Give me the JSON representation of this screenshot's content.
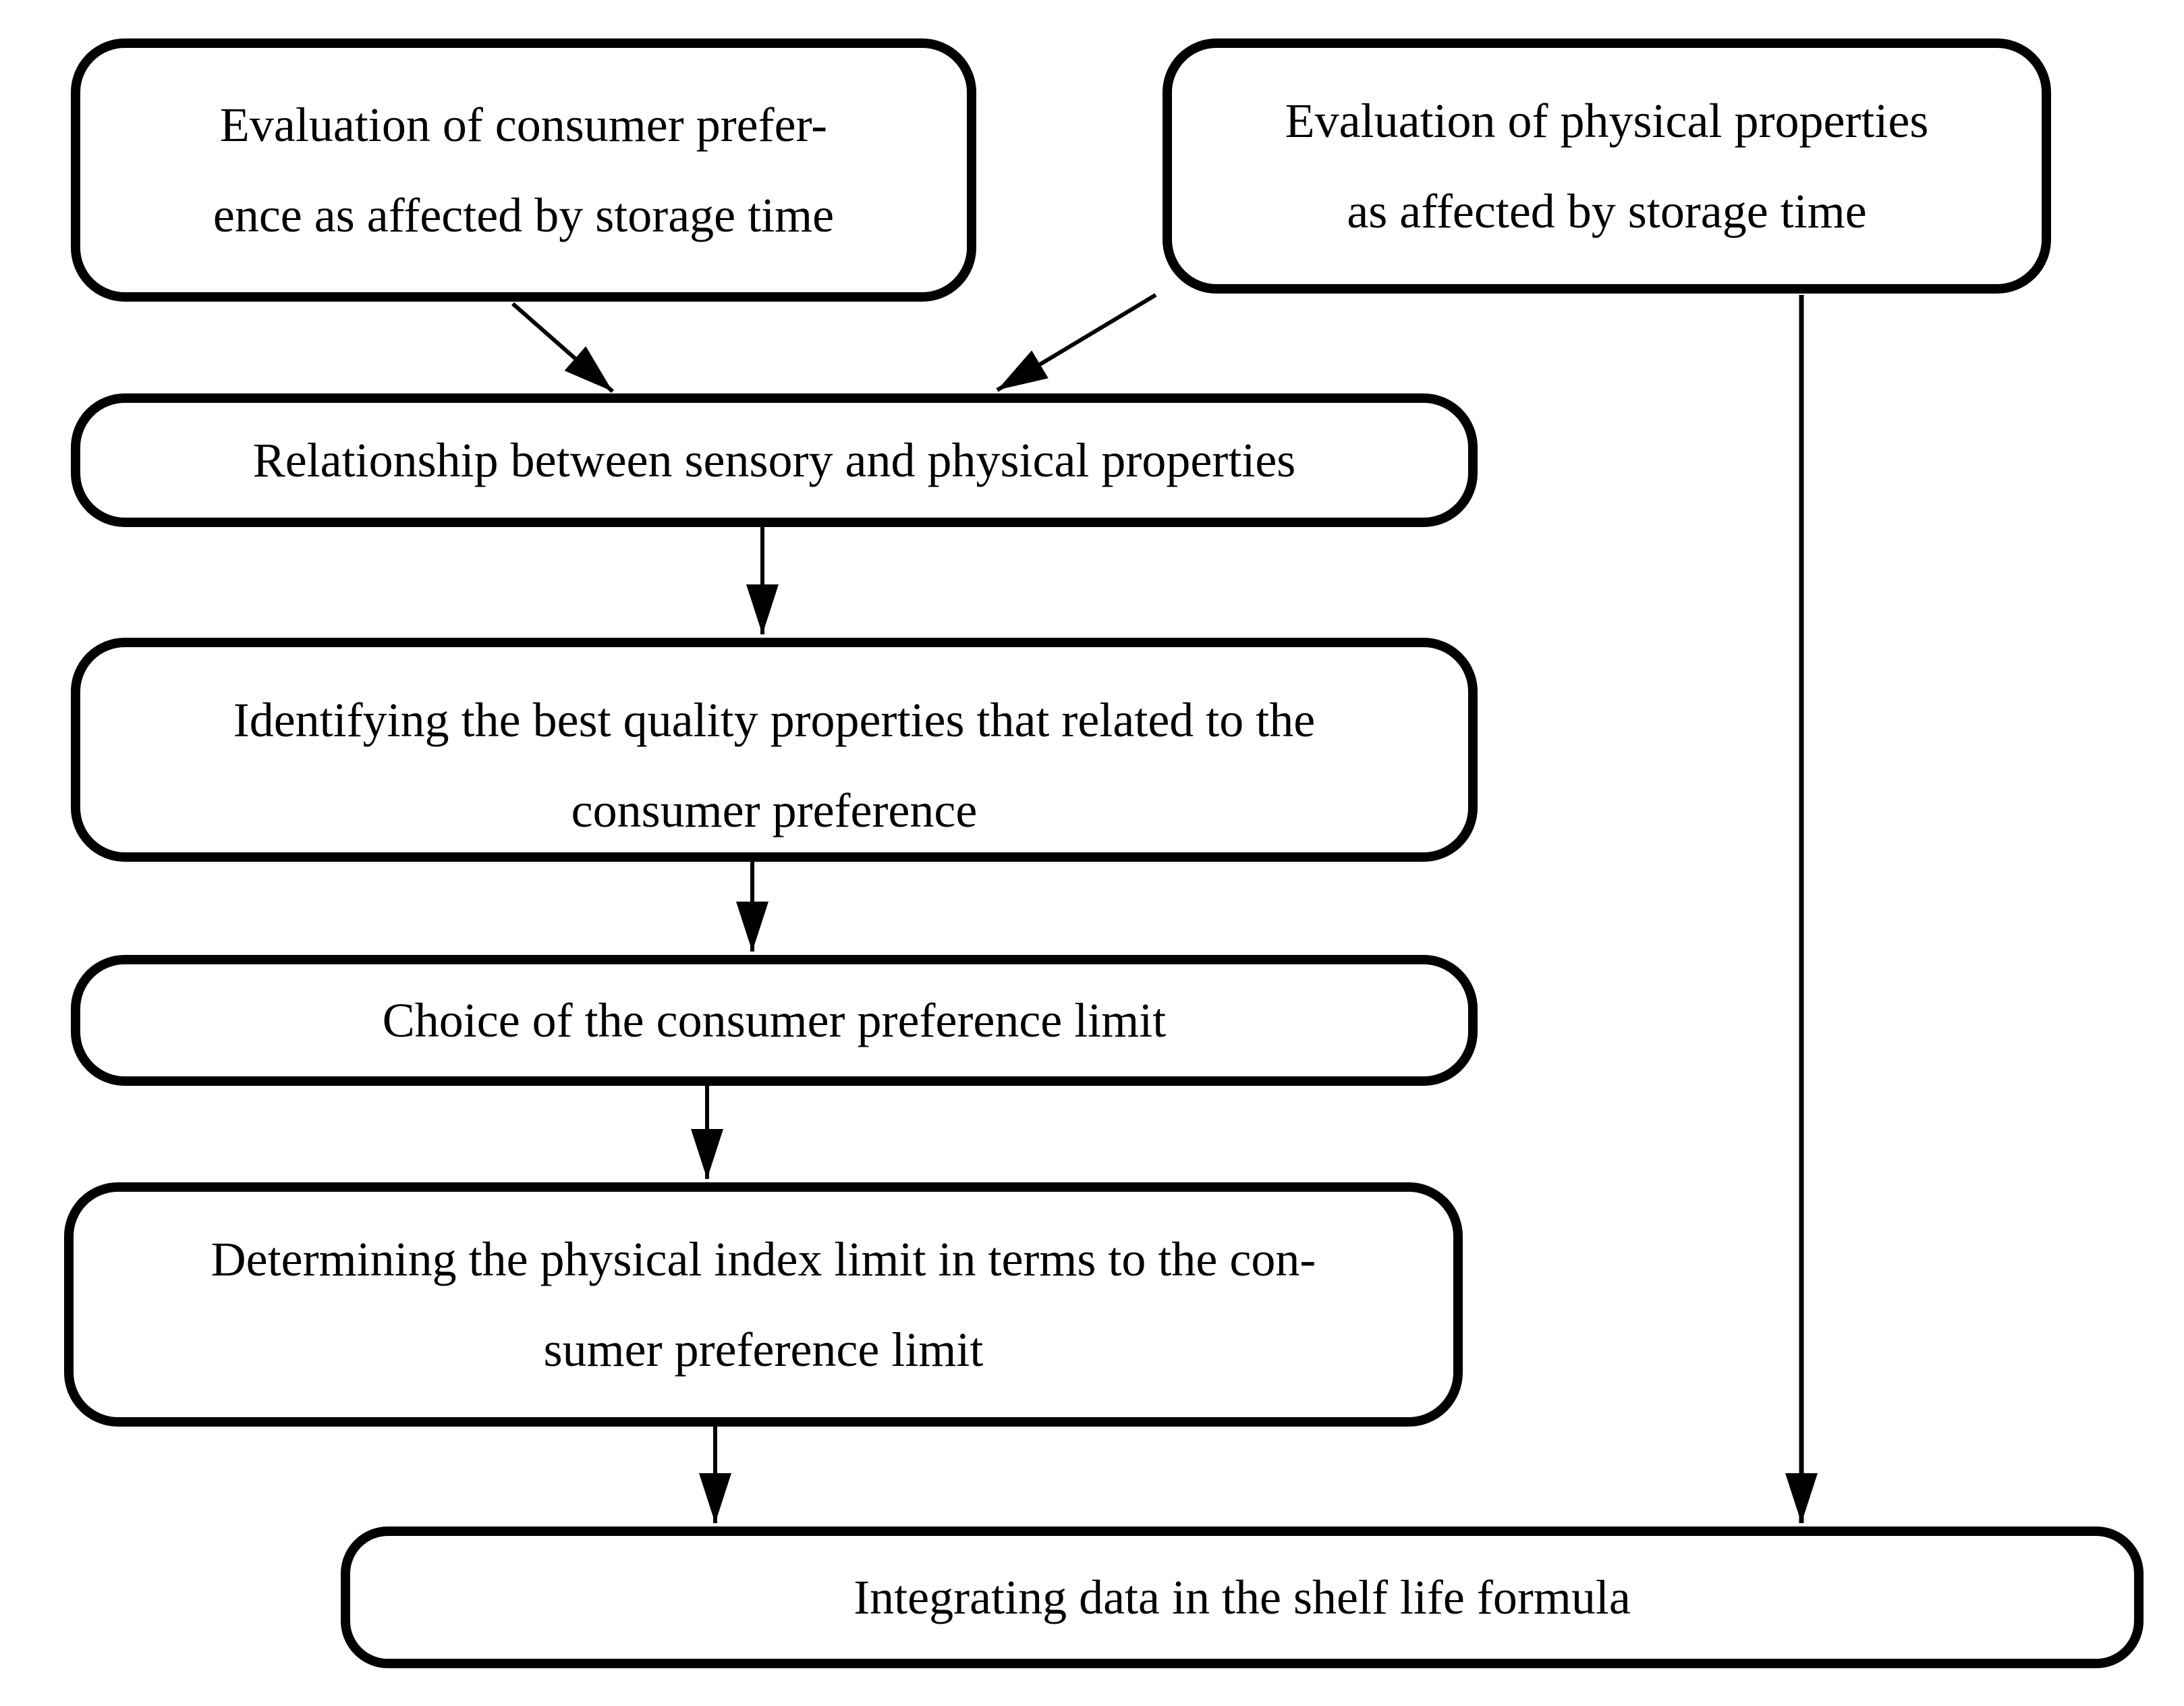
{
  "diagram": {
    "type": "flowchart",
    "background_color": "#ffffff",
    "stroke_color": "#000000",
    "nodes": {
      "consumer_eval": {
        "line1": "Evaluation of consumer prefer-",
        "line2": "ence as affected by storage time"
      },
      "physical_eval": {
        "line1": "Evaluation of physical properties",
        "line2": "as affected by storage time"
      },
      "relationship": {
        "line1": "Relationship between sensory and physical properties"
      },
      "identifying": {
        "line1": "Identifying the best quality properties that related to the",
        "line2": "consumer preference"
      },
      "choice": {
        "line1": "Choice of the consumer preference limit"
      },
      "determining": {
        "line1": "Determining the physical index limit in terms to the con-",
        "line2": "sumer preference limit"
      },
      "integrating": {
        "line1": "Integrating data in the shelf life formula"
      }
    },
    "edges": [
      {
        "from": "consumer_eval",
        "to": "relationship"
      },
      {
        "from": "physical_eval",
        "to": "relationship"
      },
      {
        "from": "relationship",
        "to": "identifying"
      },
      {
        "from": "identifying",
        "to": "choice"
      },
      {
        "from": "choice",
        "to": "determining"
      },
      {
        "from": "determining",
        "to": "integrating"
      },
      {
        "from": "physical_eval",
        "to": "integrating"
      }
    ]
  }
}
